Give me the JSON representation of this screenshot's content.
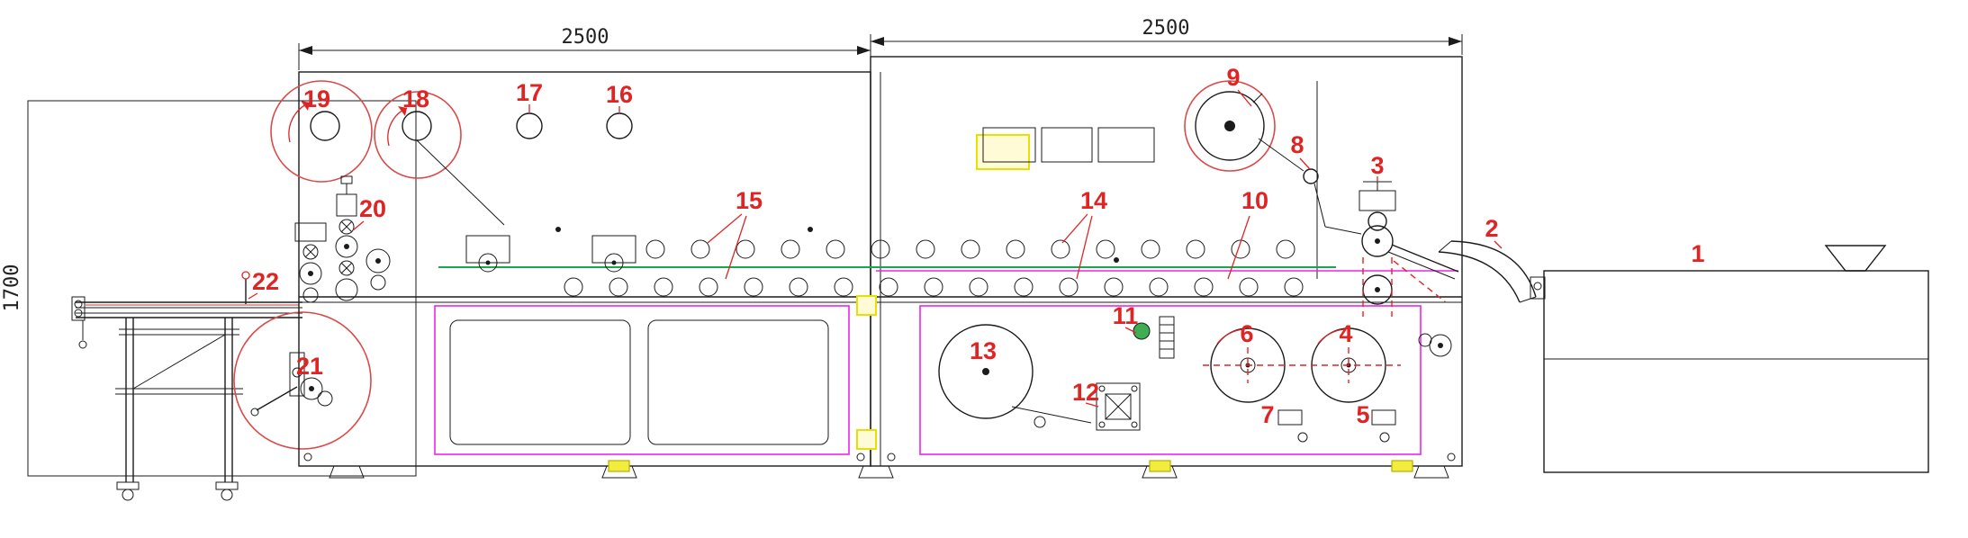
{
  "diagram": {
    "dimensions": {
      "section_left_width": "2500",
      "section_right_width": "2500",
      "line_height": "1700"
    },
    "labels": {
      "p1": "1",
      "p2": "2",
      "p3": "3",
      "p4": "4",
      "p5": "5",
      "p6": "6",
      "p7": "7",
      "p8": "8",
      "p9": "9",
      "p10": "10",
      "p11": "11",
      "p12": "12",
      "p13": "13",
      "p14": "14",
      "p15": "15",
      "p16": "16",
      "p17": "17",
      "p18": "18",
      "p19": "19",
      "p20": "20",
      "p21": "21",
      "p22": "22"
    },
    "colors": {
      "line": "#1b1b1b",
      "label_red": "#e02424",
      "web_green": "#17a84b",
      "panel_magenta": "#ee22ee",
      "highlight_yellow": "#f2ec3c"
    }
  }
}
